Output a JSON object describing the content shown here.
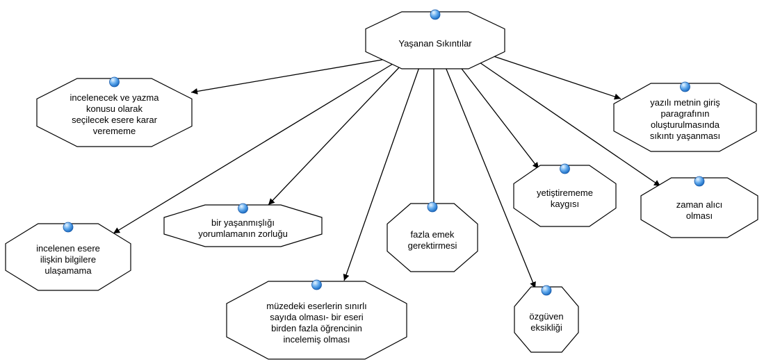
{
  "diagram": {
    "root": {
      "id": "root",
      "label": "Yaşanan Sıkıntılar"
    },
    "children": [
      {
        "id": "c1",
        "label": "incelenecek ve yazma\nkonusu olarak\nseçilecek esere karar\nverememe"
      },
      {
        "id": "c2",
        "label": "yazılı metnin giriş\nparagrafının\noluşturulmasında\nsıkıntı yaşanması"
      },
      {
        "id": "c3",
        "label": "yetiştirememe\nkaygısı"
      },
      {
        "id": "c4",
        "label": "zaman alıcı\nolması"
      },
      {
        "id": "c5",
        "label": "bir yaşanmışlığı\nyorumlamanın zorluğu"
      },
      {
        "id": "c6",
        "label": "fazla emek\ngerektirmesi"
      },
      {
        "id": "c7",
        "label": "incelenen esere\nilişkin bilgilere\nulaşamama"
      },
      {
        "id": "c8",
        "label": "müzedeki eserlerin sınırlı\nsayıda olması- bir eseri\nbirden fazla öğrencinin\nincelemiş olması"
      },
      {
        "id": "c9",
        "label": "özgüven\neksikliği"
      }
    ]
  },
  "colors": {
    "node_fill": "#ffffff",
    "node_stroke": "#000000",
    "edge": "#000000",
    "dot_light": "#e6f4ff",
    "dot_dark": "#1f6fc4"
  }
}
